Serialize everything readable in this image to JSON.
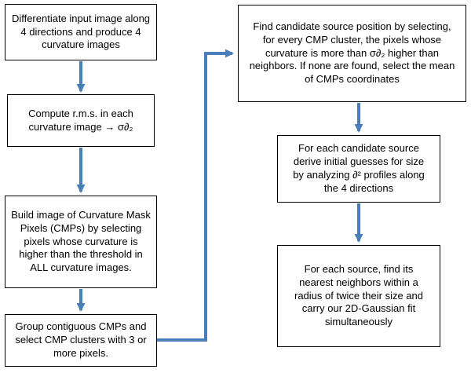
{
  "diagram": {
    "arrow_color": "#4a7ebb",
    "left_column": {
      "box1": "Differentiate input image along\n4 directions and produce 4\ncurvature images",
      "box2": "Compute r.m.s. in each\ncurvature image → σ∂₂",
      "box3": "Build image of Curvature Mask\nPixels (CMPs) by selecting\npixels whose curvature is\nhigher than the threshold in\nALL curvature images.",
      "box4": "Group contiguous CMPs and\nselect CMP clusters with 3 or\nmore pixels."
    },
    "right_column": {
      "box1": "Find candidate source position by selecting,\nfor every CMP cluster, the pixels whose\ncurvature is more than σ∂₂ higher than\nneighbors. If none are found, select the mean\nof CMPs coordinates",
      "box2": "For each candidate source\nderive initial guesses for size\nby analyzing ∂² profiles along\nthe 4 directions",
      "box3": "For each source, find its\nnearest neighbors within a\nradius of twice their size and\ncarry our 2D-Gaussian fit\nsimultaneously"
    }
  }
}
